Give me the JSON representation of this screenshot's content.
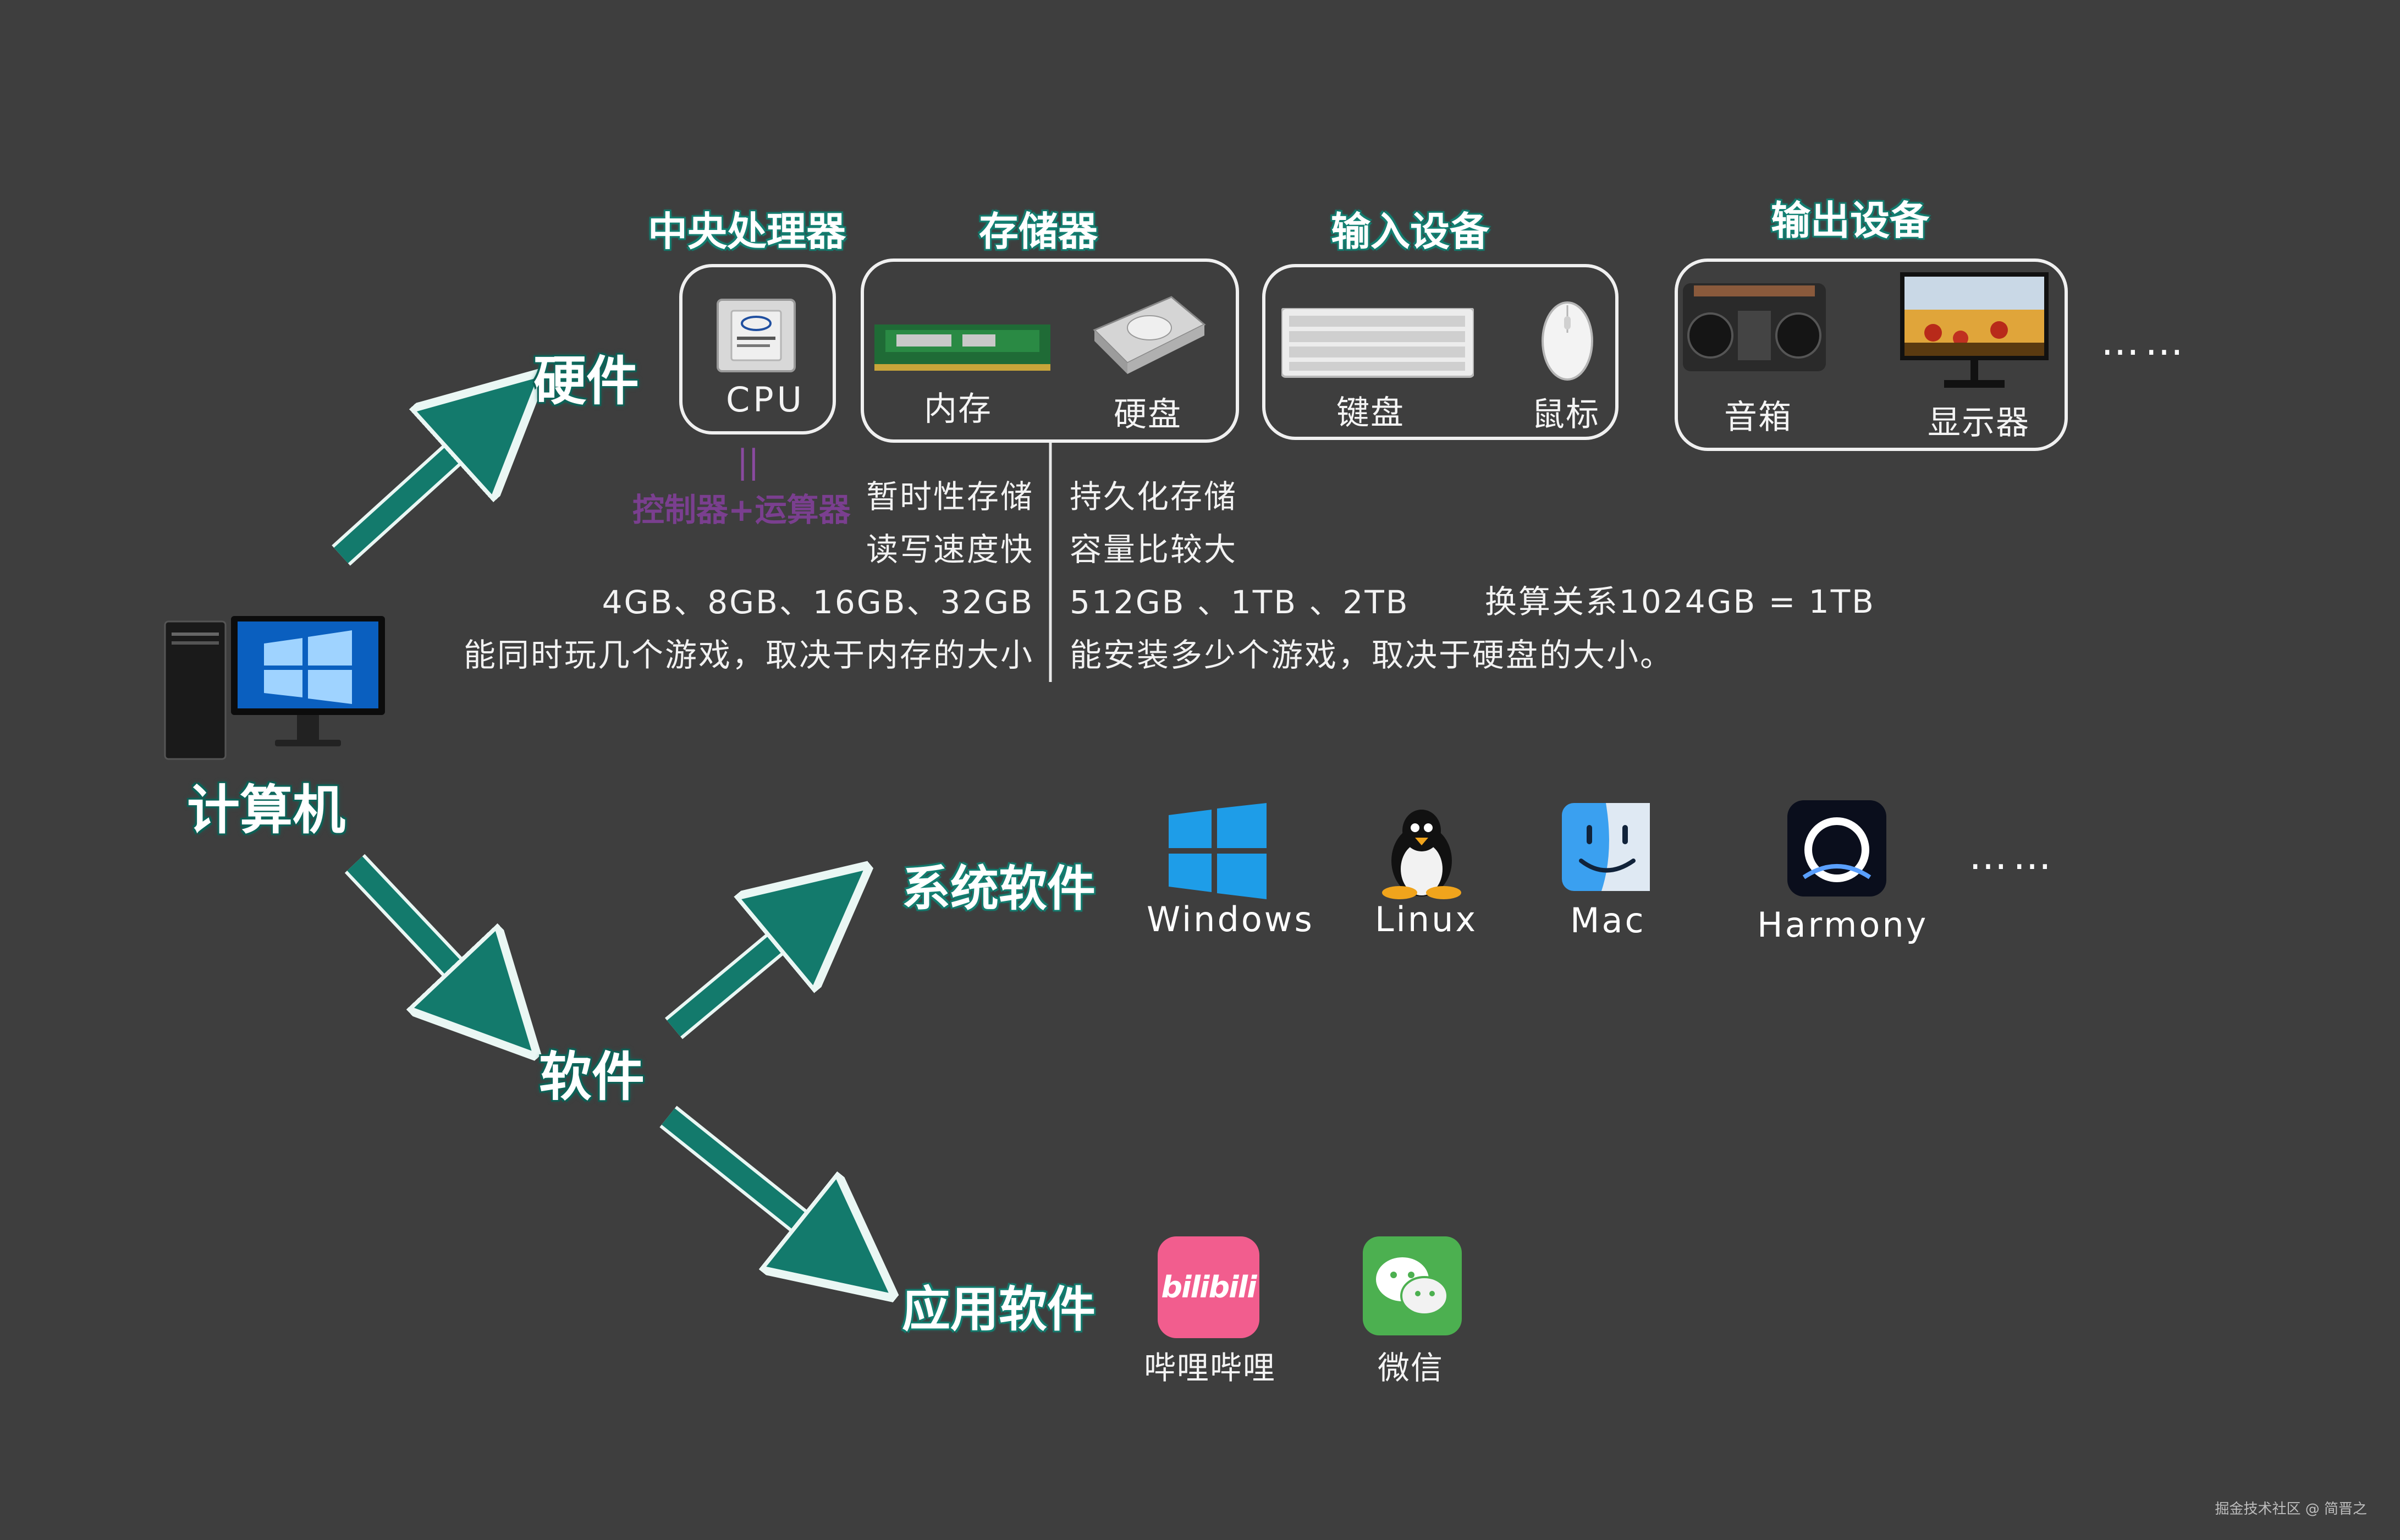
{
  "root": {
    "label": "计算机"
  },
  "hardware": {
    "label": "硬件",
    "cpu": {
      "title": "中央处理器",
      "item": "CPU",
      "note": "控制器+运算器",
      "eq": "||"
    },
    "storage": {
      "title": "存储器",
      "ram": "内存",
      "disk": "硬盘"
    },
    "input": {
      "title": "输入设备",
      "keyboard": "键盘",
      "mouse": "鼠标"
    },
    "output": {
      "title": "输出设备",
      "speaker": "音箱",
      "monitor": "显示器"
    },
    "more": "……"
  },
  "memory_notes": {
    "ram": [
      "暂时性存储",
      "读写速度快",
      "4GB、8GB、16GB、32GB",
      "能同时玩几个游戏，取决于内存的大小"
    ],
    "disk": [
      "持久化存储",
      "容量比较大",
      "512GB 、1TB 、2TB",
      "能安装多少个游戏，取决于硬盘的大小。"
    ],
    "conversion": "换算关系1024GB = 1TB"
  },
  "software": {
    "label": "软件",
    "system": {
      "label": "系统软件",
      "items": [
        "Windows",
        "Linux",
        "Mac",
        "Harmony"
      ],
      "more": "……"
    },
    "application": {
      "label": "应用软件",
      "items": [
        "哔哩哔哩",
        "微信"
      ]
    }
  },
  "icons": {
    "bilibili_logo": "bilibili"
  },
  "watermark": "掘金技术社区 @ 简晋之",
  "colors": {
    "arrow": "#137a6c",
    "background": "#3e3e3e",
    "box_border": "#f0f0f0",
    "note_purple": "#7a3f8f"
  }
}
